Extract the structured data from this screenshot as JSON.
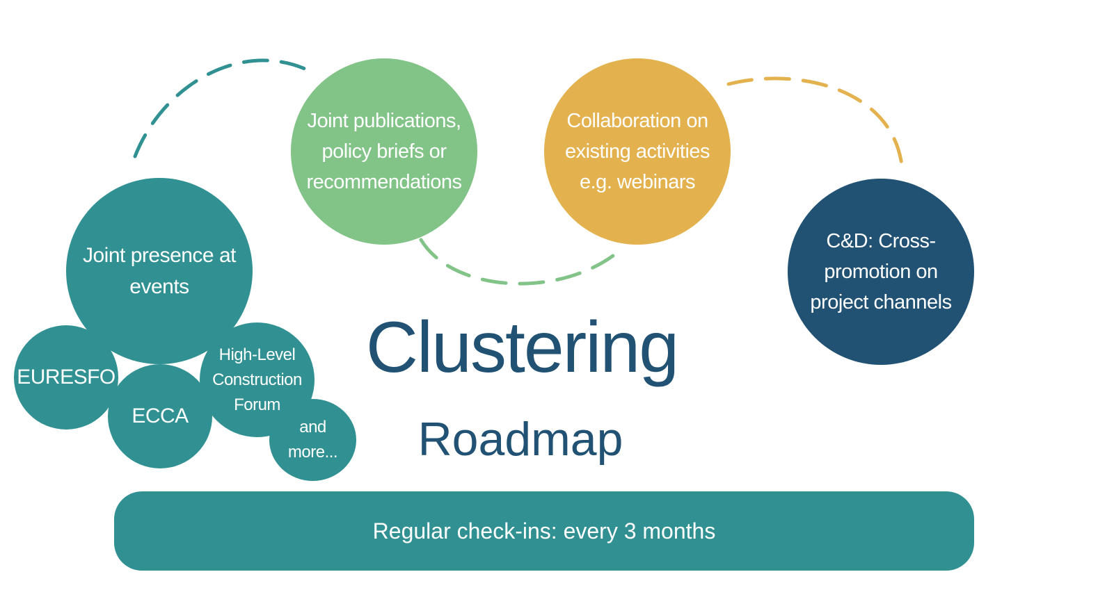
{
  "diagram": {
    "title": "Clustering",
    "subtitle": "Roadmap",
    "nodes": {
      "joint_publications": "Joint publications,\npolicy briefs or\nrecommendations",
      "collaboration": "Collaboration on\nexisting activities\ne.g. webinars",
      "cd_cross_promotion": "C&D: Cross-\npromotion on\nproject channels",
      "joint_presence": "Joint presence at\nevents",
      "euresfo": "EURESFO",
      "ecca": "ECCA",
      "high_level_forum": "High-Level\nConstruction\nForum",
      "and_more": "and\nmore..."
    },
    "check_ins": "Regular check-ins: every 3 months"
  },
  "colors": {
    "teal": "#319192",
    "green": "#82c387",
    "gold": "#e3b24f",
    "navy": "#215273",
    "title_text": "#215273"
  }
}
